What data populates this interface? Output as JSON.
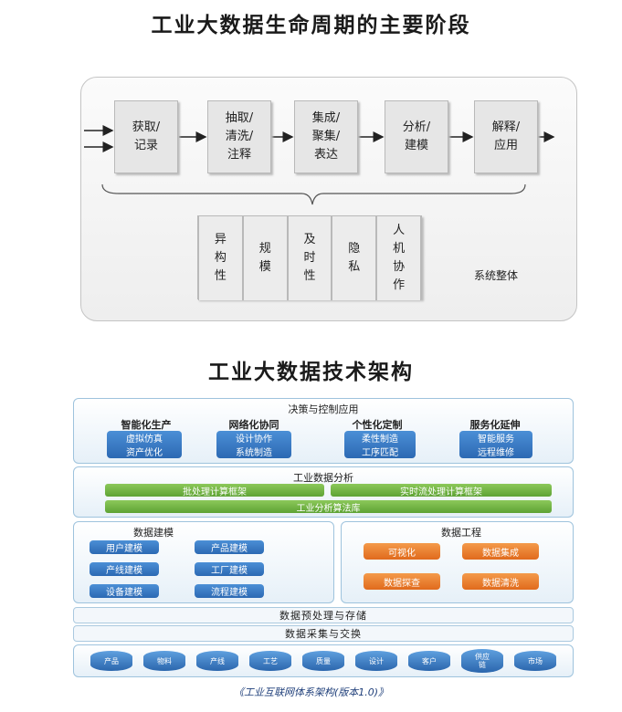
{
  "lifecycle": {
    "title": "工业大数据生命周期的主要阶段",
    "stages": [
      "获取/\n记录",
      "抽取/\n清洗/\n注释",
      "集成/\n聚集/\n表达",
      "分析/\n建模",
      "解释/\n应用"
    ],
    "attributes": [
      "异\n构\n性",
      "规\n模",
      "及\n时\n性",
      "隐\n私",
      "人\n机\n协\n作"
    ],
    "system_label": "系统整体"
  },
  "architecture": {
    "title": "工业大数据技术架构",
    "decision": {
      "title": "决策与控制应用",
      "groups": [
        {
          "name": "智能化生产",
          "items": [
            "虚拟仿真",
            "资产优化"
          ]
        },
        {
          "name": "网络化协同",
          "items": [
            "设计协作",
            "系统制造"
          ]
        },
        {
          "name": "个性化定制",
          "items": [
            "柔性制造",
            "工序匹配"
          ]
        },
        {
          "name": "服务化延伸",
          "items": [
            "智能服务",
            "远程维修"
          ]
        }
      ]
    },
    "analysis": {
      "title": "工业数据分析",
      "frameworks": [
        "批处理计算框架",
        "实时流处理计算框架"
      ],
      "library": "工业分析算法库"
    },
    "modeling": {
      "title": "数据建模",
      "items": [
        "用户建模",
        "产品建模",
        "产线建模",
        "工厂建模",
        "设备建模",
        "流程建模"
      ]
    },
    "engineering": {
      "title": "数据工程",
      "items": [
        "可视化",
        "数据集成",
        "数据探查",
        "数据清洗"
      ]
    },
    "preprocess": "数据预处理与存储",
    "collection": "数据采集与交换",
    "sources": [
      "产品",
      "物料",
      "产线",
      "工艺",
      "质量",
      "设计",
      "客户",
      "供应\n链",
      "市场"
    ],
    "caption": "《工业互联网体系架构(版本1.0)》"
  }
}
